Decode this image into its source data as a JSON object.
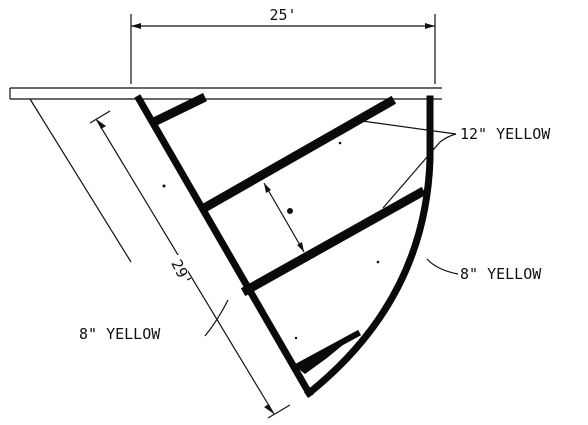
{
  "dimensions": {
    "top_width": "25'",
    "slant_length": "29'"
  },
  "labels": {
    "top_right": "12\" YELLOW",
    "right": "8\" YELLOW",
    "left": "8\" YELLOW"
  }
}
